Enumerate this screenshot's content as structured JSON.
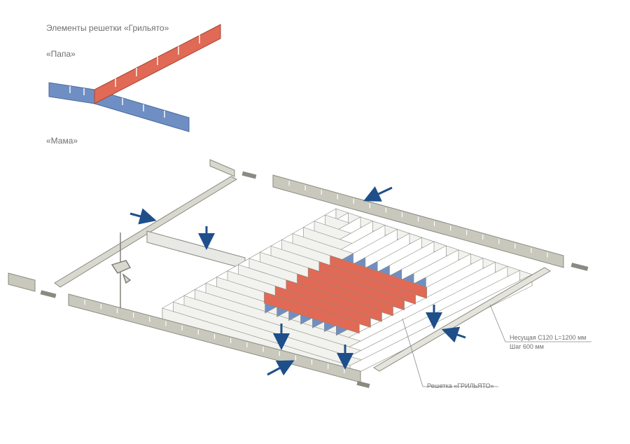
{
  "title": "Элементы решетки «Грильято»",
  "labels": {
    "papa": "«Папа»",
    "mama": "«Мама»",
    "carrier_line1": "Несущая С120 L=1200 мм",
    "carrier_line2": "Шаг 600 мм",
    "grid": "Решетка «ГРИЛЬЯТО»"
  },
  "colors": {
    "papa_element": "#e06a55",
    "mama_element": "#6f8fc4",
    "carrier_rail": "#c8c8bd",
    "cell_wall": "#ffffff",
    "outline": "#8a8a82",
    "arrow": "#1f4f8a",
    "text": "#6f6f6f"
  },
  "icons": {
    "arrow": "arrow-icon",
    "hanger": "ceiling-hanger-icon",
    "connector": "rail-connector-icon"
  }
}
